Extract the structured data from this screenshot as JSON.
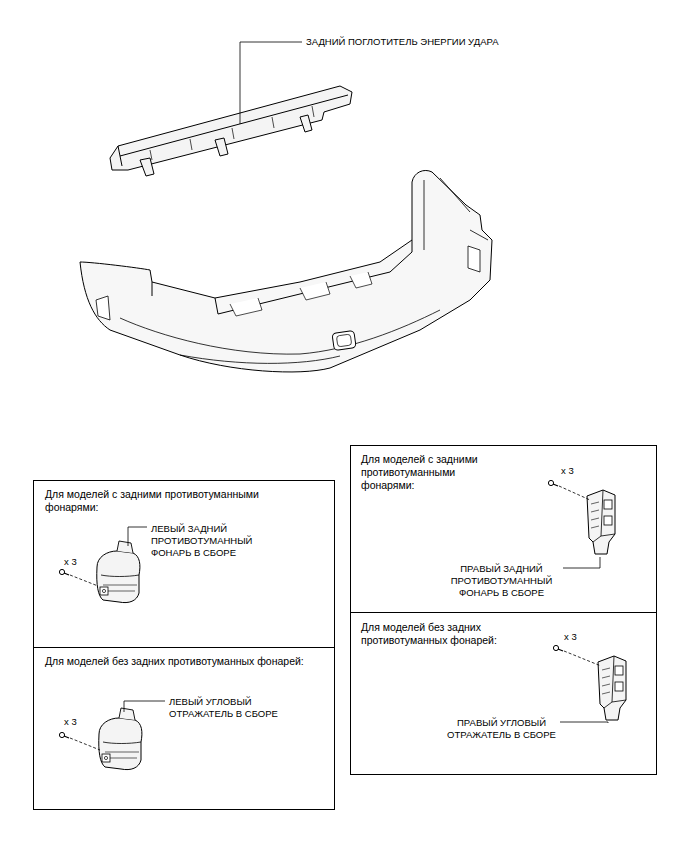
{
  "diagram": {
    "nodes": [
      {
        "text": [
          "Для моделей с задними противотуманными фонарями:",
          "x 3",
          "ЛЕВЫЙ ЗАДНИЙ ПРОТИВОТУМАННЫЙ ФОНАРЬ В СБОРЕ"
        ]
      },
      {
        "text": [
          "Для моделей без задних противотуманных фонарей:",
          "x 3",
          "ЛЕВЫЙ УГЛОВЫЙ ОТРАЖАТЕЛЬ В СБОРЕ"
        ]
      },
      {
        "text": [
          "Для моделей с задними противотуманными фонарями:",
          "x 3",
          "ПРАВЫЙ ЗАДНИЙ ПРОТИВОТУМАННЫЙ ФОНАРЬ В СБОРЕ"
        ]
      },
      {
        "text": [
          "Для моделей без задних противотуманных фонарей:",
          "x 3",
          "ПРАВЫЙ УГЛОВЫЙ ОТРАЖАТЕЛЬ В СБОРЕ"
        ]
      }
    ],
    "labels": [
      "ЗАДНИЙ ПОГЛОТИТЕЛЬ ЭНЕРГИИ УДАРА"
    ]
  }
}
